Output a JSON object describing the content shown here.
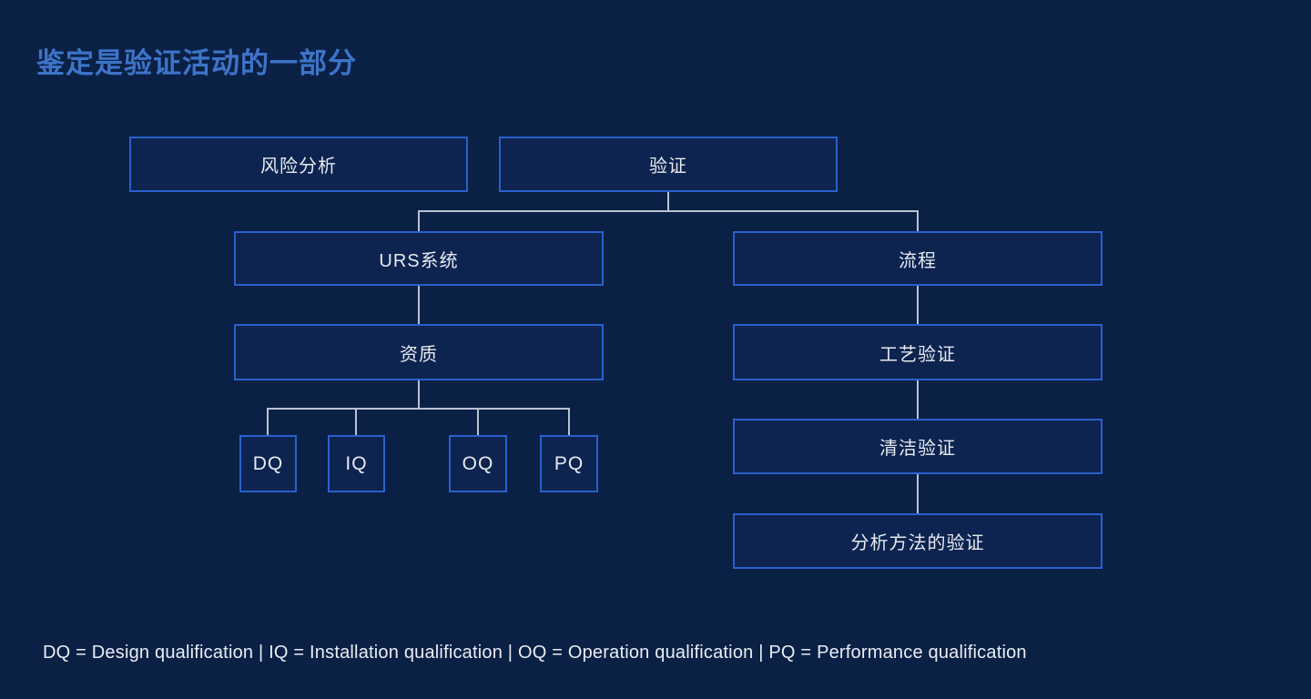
{
  "page": {
    "title": "鉴定是验证活动的一部分"
  },
  "diagram": {
    "nodes": {
      "risk_analysis": "风险分析",
      "validation": "验证",
      "urs_system": "URS系统",
      "qualification": "资质",
      "dq": "DQ",
      "iq": "IQ",
      "oq": "OQ",
      "pq": "PQ",
      "process": "流程",
      "process_validation": "工艺验证",
      "cleaning_validation": "清洁验证",
      "analytical_method_validation": "分析方法的验证"
    }
  },
  "footer": {
    "legend": "DQ = Design qualification | IQ = Installation qualification | OQ = Operation qualification | PQ = Performance qualification"
  },
  "colors": {
    "background": "#0a2045",
    "box_border": "#2a60cc",
    "box_fill": "#0d2450",
    "box_text": "#e7eaf0",
    "title_text": "#3d74c9",
    "connector": "#b9c3d2",
    "footer_text": "#e9edf3"
  }
}
